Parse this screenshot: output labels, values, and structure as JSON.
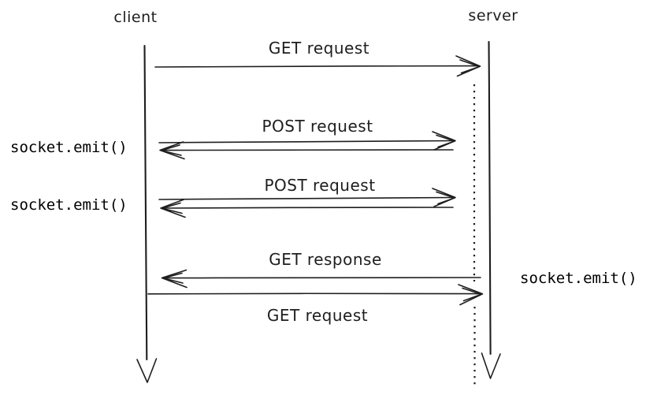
{
  "page": {
    "background": "#ffffff"
  },
  "diagram": {
    "type": "sequence-diagram",
    "style": "hand-drawn",
    "stroke_color": "#1e1e1e",
    "text_color": "#1e1e1e",
    "code_text_color": "#000000",
    "actors": {
      "client": {
        "label": "client"
      },
      "server": {
        "label": "server"
      }
    },
    "server_has_dotted_lifeline": true,
    "messages": [
      {
        "id": "get-request-1",
        "label": "GET request",
        "from": "client",
        "to": "server",
        "arrow": "right"
      },
      {
        "id": "post-request-1",
        "label": "POST request",
        "from": "client",
        "to": "server",
        "arrow": "double",
        "left_label": "socket.emit()"
      },
      {
        "id": "post-request-2",
        "label": "POST request",
        "from": "client",
        "to": "server",
        "arrow": "double",
        "left_label": "socket.emit()"
      },
      {
        "id": "get-response",
        "label": "GET response",
        "from": "server",
        "to": "client",
        "arrow": "left",
        "right_label": "socket.emit()"
      },
      {
        "id": "get-request-2",
        "label": "GET request",
        "from": "client",
        "to": "server",
        "arrow": "right"
      }
    ]
  }
}
